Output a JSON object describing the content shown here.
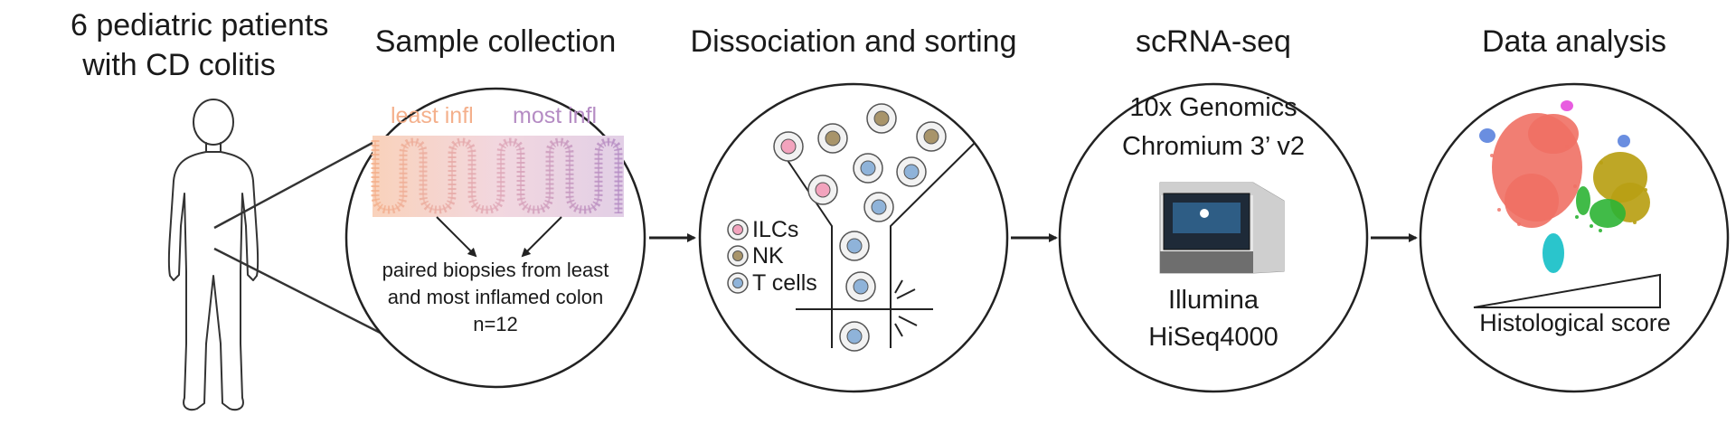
{
  "patients": {
    "line1": "6 pediatric patients",
    "line2": "with CD colitis"
  },
  "steps": {
    "sample_collection": {
      "title": "Sample collection",
      "least_label": "least infl",
      "most_label": "most infl",
      "caption_line1": "paired biopsies from least",
      "caption_line2": "and most inflamed colon",
      "caption_line3": "n=12"
    },
    "dissociation": {
      "title": "Dissociation and sorting",
      "legend": [
        {
          "label": "ILCs",
          "color": "#f2a3bd"
        },
        {
          "label": "NK",
          "color": "#a8946a"
        },
        {
          "label": "T cells",
          "color": "#8fb3d9"
        }
      ]
    },
    "scrnaseq": {
      "title": "scRNA-seq",
      "platform_line1": "10x Genomics",
      "platform_line2": "Chromium 3’ v2",
      "sequencer_line1": "Illumina",
      "sequencer_line2": "HiSeq4000"
    },
    "data_analysis": {
      "title": "Data analysis",
      "score_label": "Histological score"
    }
  },
  "colors": {
    "least_infl": "#f4b08c",
    "most_infl": "#b58cc4",
    "cluster_salmon": "#f07064",
    "cluster_olive": "#b8a014",
    "cluster_green": "#2cb434",
    "cluster_cyan": "#18c0c8",
    "cluster_blue": "#6a8ee0",
    "cluster_magenta": "#e85ce0"
  },
  "icons": [
    "child-silhouette-icon",
    "intestinal-crypt-icon",
    "sorting-funnel-icon",
    "sequencer-instrument-icon",
    "umap-plot-icon",
    "arrow-right-icon"
  ]
}
